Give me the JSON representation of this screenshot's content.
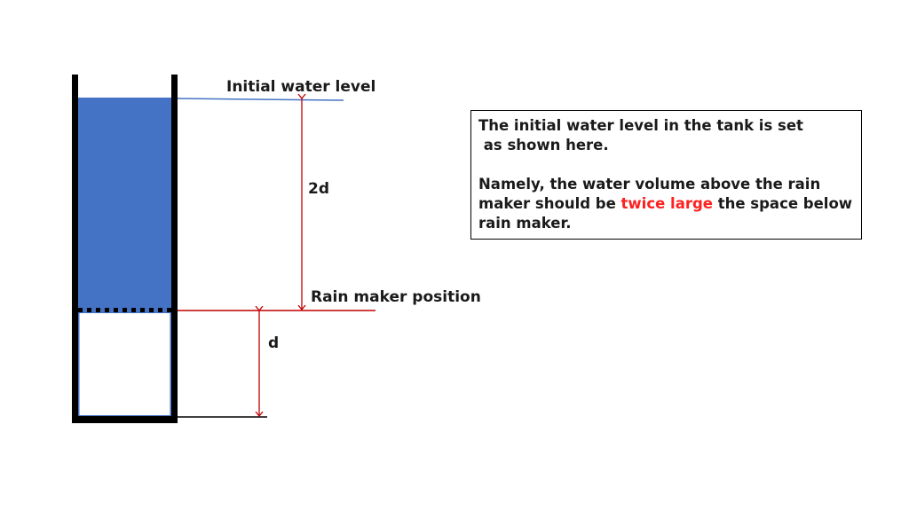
{
  "labels": {
    "initial_water_level": "Initial water level",
    "rain_maker_position": "Rain maker position",
    "upper_distance": "2d",
    "lower_distance": "d"
  },
  "note": {
    "line1": "The initial water level in the tank is set",
    "line2": " as shown here.",
    "line3_before": "Namely, the water volume above the rain maker should be ",
    "line3_highlight": "twice large",
    "line3_after": " the space below rain maker."
  },
  "colors": {
    "water": "#4472c4",
    "tank_wall": "#000000",
    "dimension_line": "#c00000",
    "water_level_line": "#4472c4",
    "highlight_text": "#ff2020"
  }
}
